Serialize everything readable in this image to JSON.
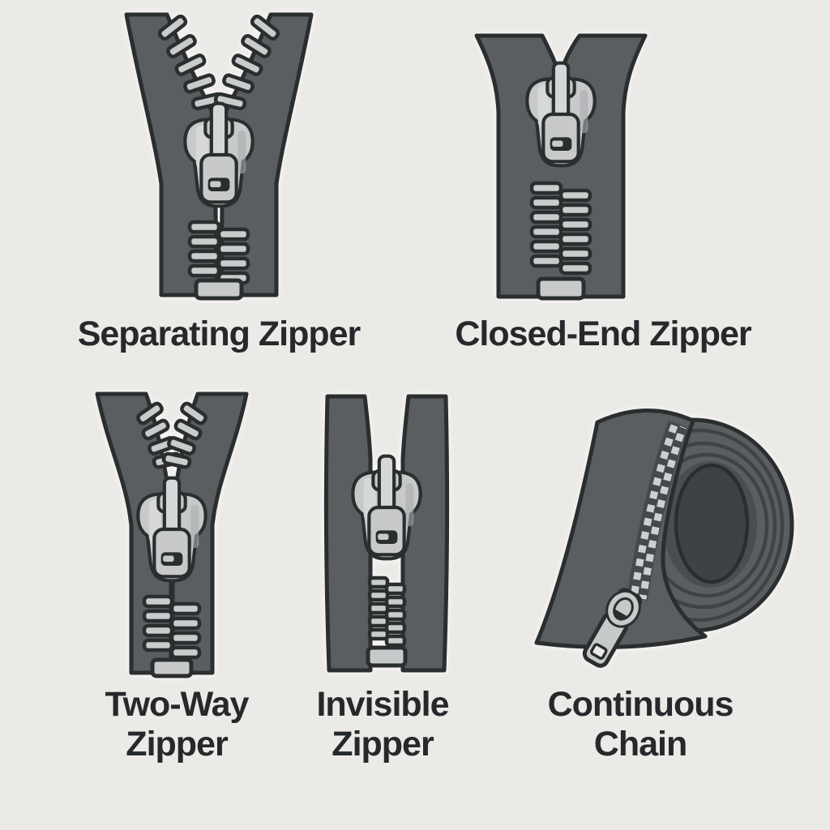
{
  "figures": [
    {
      "id": "separating-zipper",
      "label": "Separating Zipper"
    },
    {
      "id": "closed-end-zipper",
      "label": "Closed-End Zipper"
    },
    {
      "id": "two-way-zipper",
      "label": "Two-Way\nZipper"
    },
    {
      "id": "invisible-zipper",
      "label": "Invisible\nZipper"
    },
    {
      "id": "continuous-chain",
      "label": "Continuous\nChain"
    }
  ],
  "colors": {
    "background": "#ECEAE7",
    "tape_dark_gray": "#5A5E60",
    "outline": "#2B2E2F",
    "metal_light_gray": "#C7C9CA",
    "teeth": "#C9CBCC",
    "label_text": "#26292B"
  }
}
